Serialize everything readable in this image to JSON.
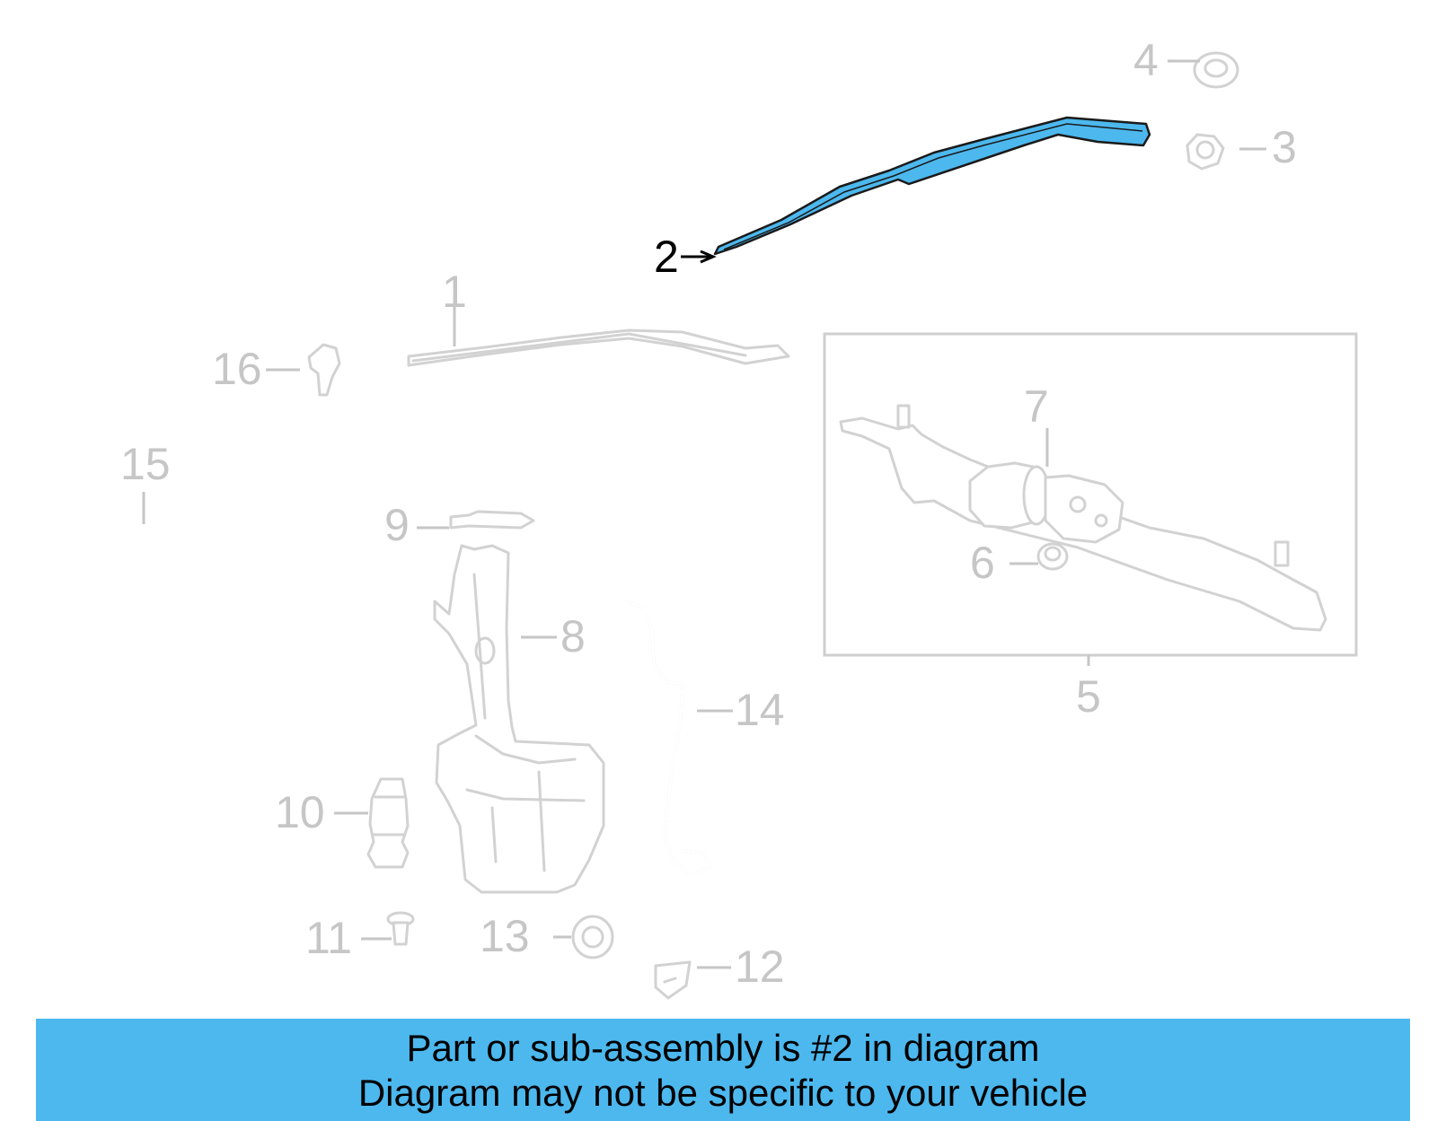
{
  "callouts": [
    "1",
    "2",
    "3",
    "4",
    "5",
    "6",
    "7",
    "8",
    "9",
    "10",
    "11",
    "12",
    "13",
    "14",
    "15",
    "16"
  ],
  "highlight": {
    "part_number": "2",
    "color": "#4cb8ee",
    "outline": "#1a1a1a"
  },
  "colors": {
    "faded_part": "#d2d2d2",
    "faded_label": "#c6c6c6",
    "banner": "#4cb8ee"
  },
  "banner": {
    "line1": "Part or sub-assembly is #2 in diagram",
    "line2": "Diagram may not be specific to your vehicle"
  }
}
